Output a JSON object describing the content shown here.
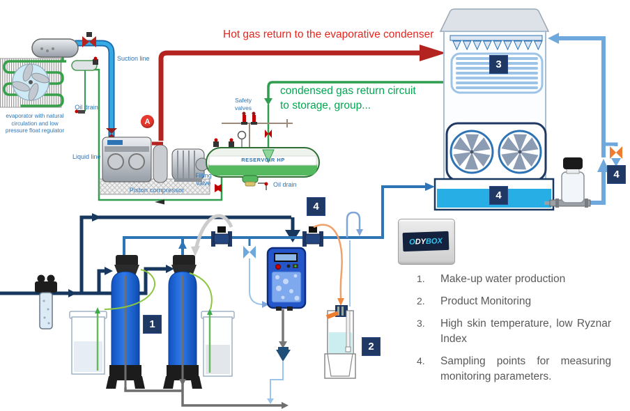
{
  "annotations": {
    "hot_gas_return": "Hot gas return to the evaporative condenser",
    "condensed_gas_return": "condensed gas return circuit to storage, group..."
  },
  "labels": {
    "suction_line": "Suction line",
    "oil_drain_evaporator": "Oil drain",
    "evaporator_caption": "evaporator with natural circulation and low pressure float regulator",
    "liquid_line": "Liquid line",
    "piston_compressor": "Piston compressor",
    "safety_valves": "Safety valves",
    "filling_valve": "Filling valve",
    "oil_drain_reservoir": "Oil drain",
    "reservoir_hp": "RESERVOIR HP"
  },
  "badges": {
    "a": "A",
    "one": "1",
    "two": "2",
    "three": "3",
    "four": "4"
  },
  "odybox": {
    "o": "O",
    "dy": "DY",
    "box": "BOX"
  },
  "legend": {
    "items": [
      {
        "num": "1.",
        "text": "Make-up water production"
      },
      {
        "num": "2.",
        "text": "Product Monitoring"
      },
      {
        "num": "3.",
        "text": "High skin temperature, low Ryznar Index"
      },
      {
        "num": "4.",
        "text": "Sampling points for measuring monitoring parameters."
      }
    ]
  },
  "colors": {
    "hot_gas_red": "#B3231F",
    "annotation_red": "#E8251D",
    "condensate_green": "#2F9E4F",
    "annotation_green": "#00A850",
    "pipe_navy": "#17375E",
    "water_blue": "#2E75B6",
    "return_pipe_blue": "#6FA8DC",
    "basin_water_cyan": "#27AEE5",
    "badge_navy": "#1F3864",
    "valve_orange": "#ED7D31",
    "label_blue": "#2E74B5",
    "legend_grey": "#595959"
  }
}
